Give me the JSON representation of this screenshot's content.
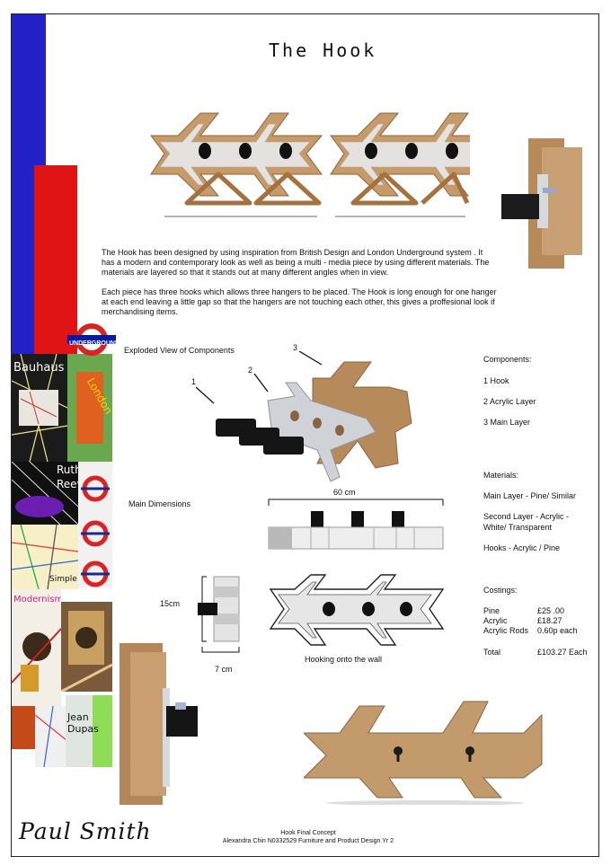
{
  "title": "The Hook",
  "intro": {
    "p1": "The Hook has been designed by using inspiration from British Design and London Underground system . It has a modern and contemporary look as well as being a multi - media piece by using different materials. The materials are layered so that it stands out at many different angles when in view.",
    "p2": "Each piece has three hooks which allows three hangers to be placed. The Hook is long enough for one hanger at each end leaving a little gap so that the hangers are not touching each other, this gives a proffesional look if merchandising items."
  },
  "exploded": {
    "heading": "Exploded View of Components",
    "callouts": [
      "1",
      "2",
      "3"
    ]
  },
  "components": {
    "heading": "Components:",
    "items": [
      "1 Hook",
      "2 Acrylic Layer",
      "3 Main Layer"
    ]
  },
  "materials": {
    "heading": "Materials:",
    "main": "Main Layer - Pine/ Similar",
    "second_1": "Second Layer - Acrylic -",
    "second_2": "White/ Transparent",
    "hooks": "Hooks - Acrylic / Pine"
  },
  "dimensions": {
    "heading": "Main Dimensions",
    "width": "60 cm",
    "height": "15cm",
    "depth": "7 cm",
    "caption": "Hooking onto the wall"
  },
  "costings": {
    "heading": "Costings:",
    "rows": [
      {
        "item": "Pine",
        "price": "£25 .00"
      },
      {
        "item": "Acrylic",
        "price": "£18.27"
      },
      {
        "item": "Acrylic Rods",
        "price": "0.60p each"
      }
    ],
    "total_label": "Total",
    "total_value": "£103.27 Each"
  },
  "collage": {
    "bauhaus": "Bauhaus",
    "london": "London",
    "ruth": "Ruth",
    "reeves": "Reeves",
    "simple": "Simple",
    "modernism": "Modernism",
    "jean_dupas": "Jean Dupas",
    "underground": "UNDERGROUND"
  },
  "signature": "Paul Smith",
  "footer": {
    "line1": "Hook Final Concept",
    "line2": "Alexandra Chin N0332529 Furniture and Product Design Yr 2"
  },
  "colors": {
    "blue": "#2222c8",
    "red": "#e01414",
    "wood": "#b78a5c",
    "wood_dark": "#8a6440",
    "acrylic": "#d9d9dc"
  }
}
